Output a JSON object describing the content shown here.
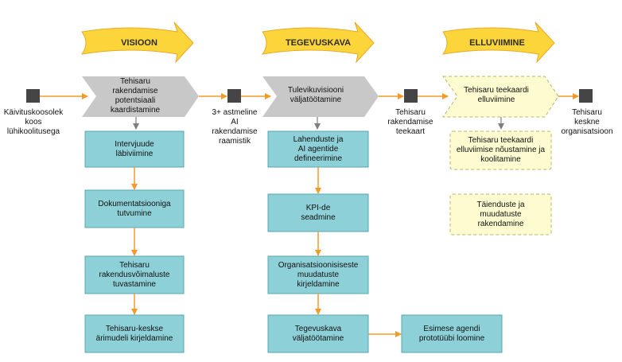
{
  "colors": {
    "arrow": "#f39a2b",
    "banner_fill": "#fbd53a",
    "banner_edge": "#e9a82a",
    "teal_fill": "#8ed0d8",
    "teal_edge": "#5aa7b1",
    "grey_shape": "#c8c8c8",
    "yellow_shape": "#fdfbcf",
    "milestone": "#454545",
    "connector_grey": "#7f7f7f"
  },
  "stages": [
    {
      "label": "VISIOON"
    },
    {
      "label": "TEGEVUSKAVA"
    },
    {
      "label": "ELLUVIIMINE"
    }
  ],
  "milestones": [
    {
      "label": "Käivituskoosolek\nkoos\nlühikoolitusega"
    },
    {
      "label": "3+ astmeline\nAI\nrakendamise\nraamistik"
    },
    {
      "label": "Tehisaru\nrakendamise\nteekaart"
    },
    {
      "label": "Tehisaru\nkeskne\norganisatsioon"
    }
  ],
  "phases": [
    {
      "label": "Tehisaru\nrakendamise\npotentsiaali\nkaardistamine"
    },
    {
      "label": "Tulevikuvisiooni\nväljatöötamine"
    },
    {
      "label": "Tehisaru teekaardi\nelluviimine"
    }
  ],
  "col1_steps": [
    {
      "label": "Intervjuude\nläbiviimine"
    },
    {
      "label": "Dokumentatsiooniga\ntutvumine"
    },
    {
      "label": "Tehisaru\nrakendusvõimaluste\ntuvastamine"
    },
    {
      "label": "Tehisaru-keskse\närimudeli kirjeldamine"
    }
  ],
  "col2_steps": [
    {
      "label": "Lahenduste ja\nAI agentide\ndefineerimine"
    },
    {
      "label": "KPI-de\nseadmine"
    },
    {
      "label": "Organisatsioonisiseste\nmuudatuste\nkirjeldamine"
    },
    {
      "label": "Tegevuskava\nväljatöötamine"
    }
  ],
  "col2_side": {
    "label": "Esimese agendi\nprototüübi loomine"
  },
  "col3_steps": [
    {
      "label": "Tehisaru teekaardi\nelluviimise nõustamine ja\nkoolitamine"
    },
    {
      "label": "Täienduste ja\nmuudatuste\nrakendamine"
    }
  ]
}
